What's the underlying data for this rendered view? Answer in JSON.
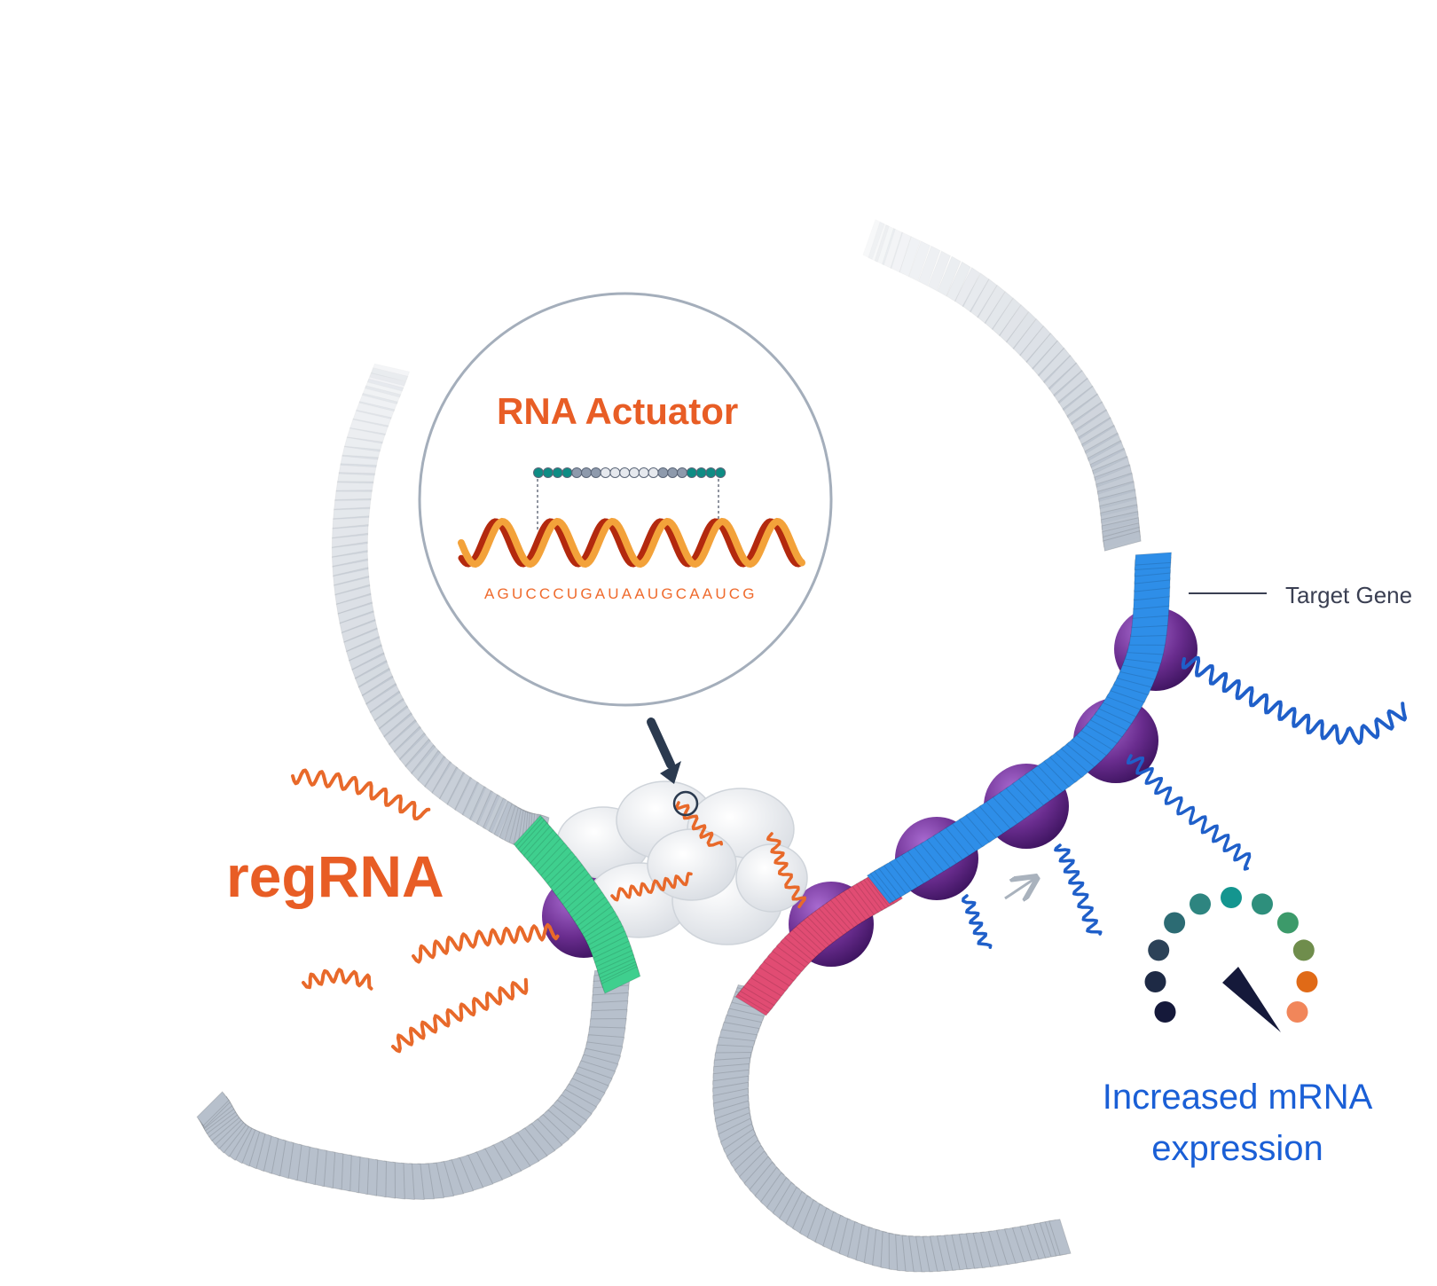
{
  "labels": {
    "actuator_title": "RNA Actuator",
    "sequence": "AGUCCCUGAUAAUGCAAUCG",
    "target_gene": "Target Gene",
    "regrna": "regRNA",
    "increased_line1": "Increased mRNA",
    "increased_line2": "expression"
  },
  "colors": {
    "orange": "#e85d25",
    "blue_text": "#1a5fd6",
    "dna_grey": "#b7c0cc",
    "dna_green": "#3fcf8e",
    "dna_pink": "#e14c73",
    "dna_blue": "#2e8ee8",
    "histone": "#6a2d8f",
    "mrna_blue": "#1f5fc9"
  },
  "gauge": {
    "dot_colors": [
      "#15193a",
      "#1e2a45",
      "#2c4258",
      "#2c6b73",
      "#2e8580",
      "#14958f",
      "#2e8f7c",
      "#3c9a6a",
      "#6f8d4c",
      "#e06a17",
      "#f1865a"
    ],
    "level_fraction": 1.0
  }
}
